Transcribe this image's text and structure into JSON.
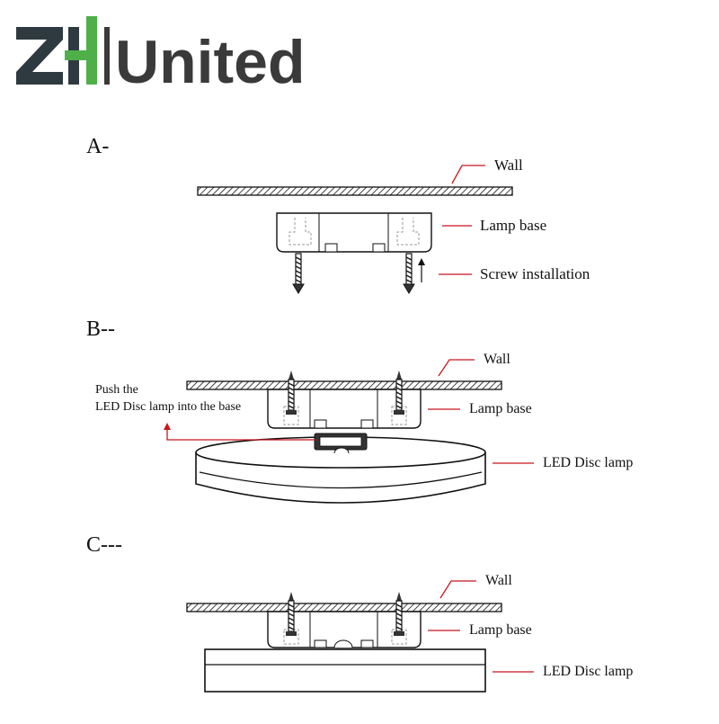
{
  "brand": {
    "mark": "ZH",
    "name": "United",
    "colors": {
      "dark": "#2f3a40",
      "green": "#4fb04a",
      "wordmark": "#3a3a3a"
    }
  },
  "colors": {
    "line": "#111111",
    "leader": "#c8161d",
    "hidden": "#9a9a9a"
  },
  "steps": [
    {
      "title": "A-",
      "labels": {
        "wall": "Wall",
        "base": "Lamp base",
        "screw": "Screw installation"
      }
    },
    {
      "title": "B--",
      "labels": {
        "wall": "Wall",
        "base": "Lamp base",
        "lamp": "LED Disc lamp"
      },
      "note": [
        "Push the",
        "LED Disc lamp into the base"
      ]
    },
    {
      "title": "C---",
      "labels": {
        "wall": "Wall",
        "base": "Lamp base",
        "lamp": "LED Disc lamp"
      }
    }
  ]
}
